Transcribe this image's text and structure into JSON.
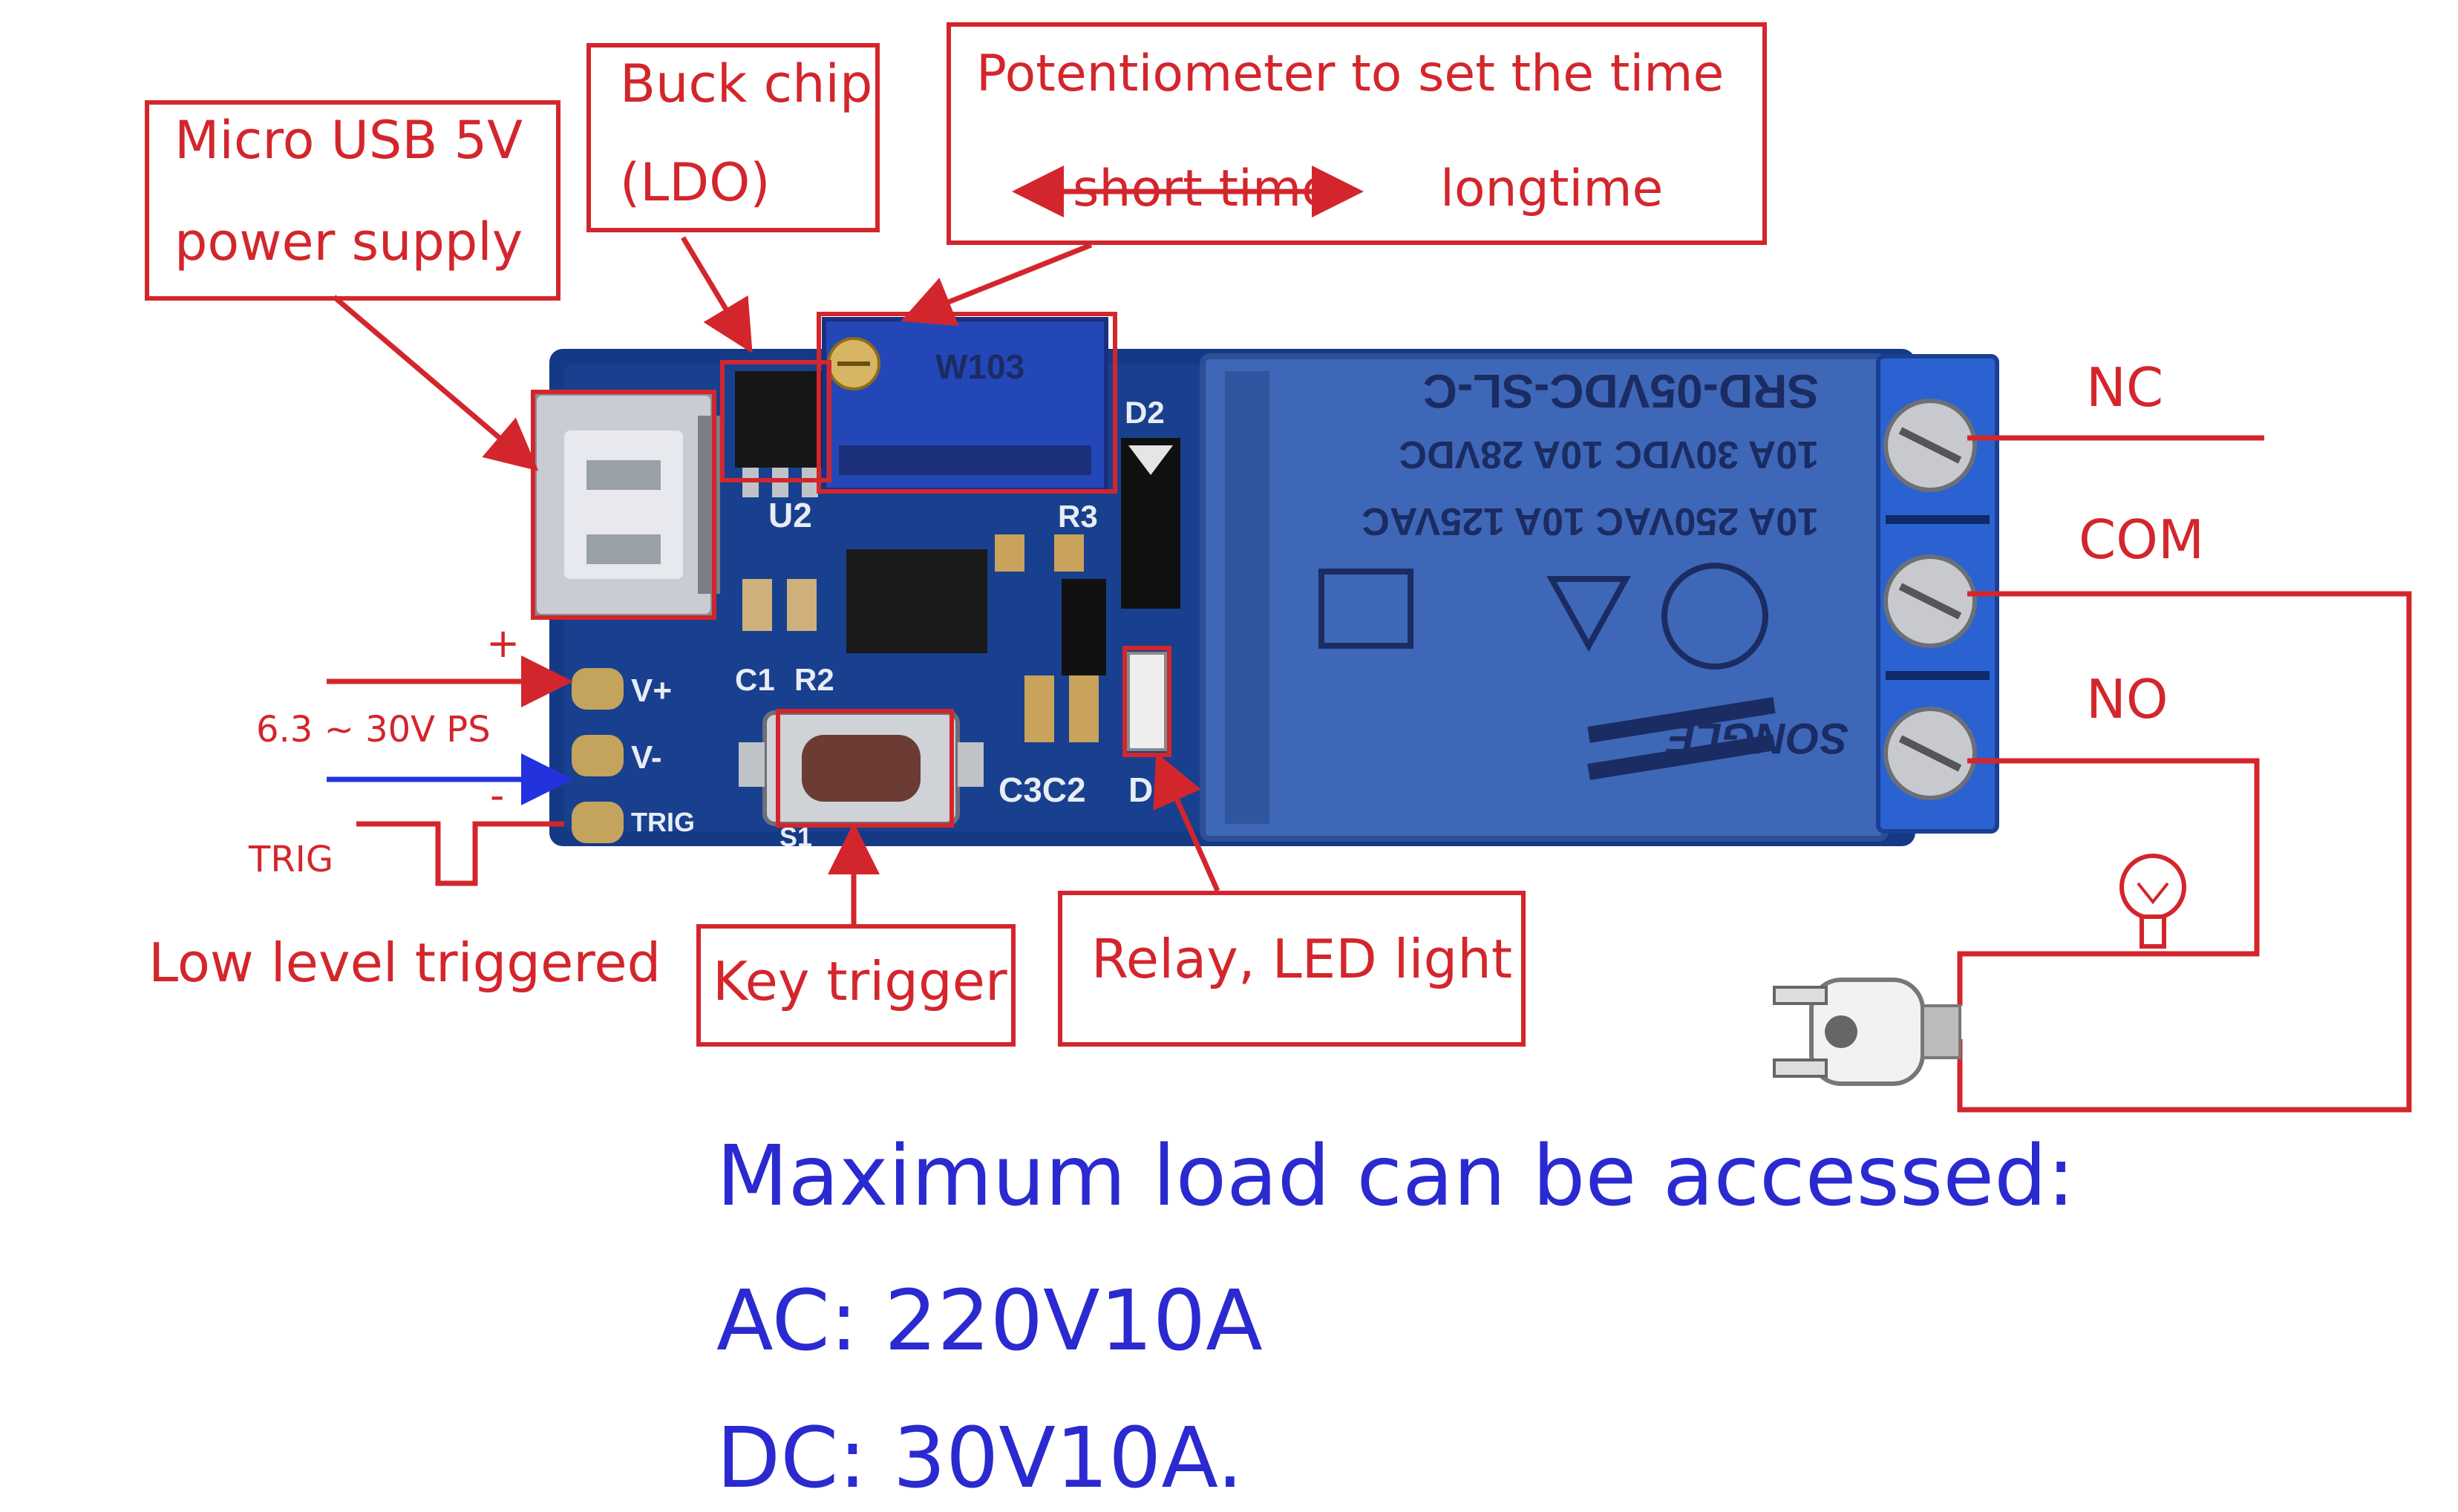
{
  "callouts": {
    "micro_usb_line1": "Micro USB 5V",
    "micro_usb_line2": "power supply",
    "buck_chip_line1": "Buck chip",
    "buck_chip_line2": "(LDO)",
    "potentiometer_line1": "Potentiometer to set the time",
    "short_time": "short time",
    "long_time": "longtime",
    "key_trigger": "Key trigger",
    "relay_led": "Relay, LED light",
    "low_level_triggered": "Low level triggered",
    "power_range": "6.3 ~ 30V PS",
    "plus": "+",
    "minus": "-",
    "trig": "TRIG"
  },
  "terminals": {
    "nc": "NC",
    "com": "COM",
    "no": "NO"
  },
  "board": {
    "pin_vplus": "V+",
    "pin_vminus": "V-",
    "pin_trig": "TRIG",
    "u2": "U2",
    "d2": "D2",
    "r3": "R3",
    "c1": "C1",
    "r2": "R2",
    "s1": "S1",
    "c3c2": "C3C2",
    "d1": "D1",
    "pot_code": "W103",
    "relay_model": "SRD-05VDC-SL-C",
    "relay_rating1": "10A 250VAC  10A 125VAC",
    "relay_rating2": "10A 30VDC  10A 28VDC",
    "relay_brand": "SONGLE"
  },
  "load_info": {
    "title": "Maximum load can be accessed:",
    "ac": "AC: 220V10A",
    "dc": "DC: 30V10A."
  },
  "colors": {
    "callout_red": "#d3262c",
    "load_blue": "#2a2ad0",
    "pcb_blue": "#143a86",
    "relay_blue": "#3e67b8"
  }
}
